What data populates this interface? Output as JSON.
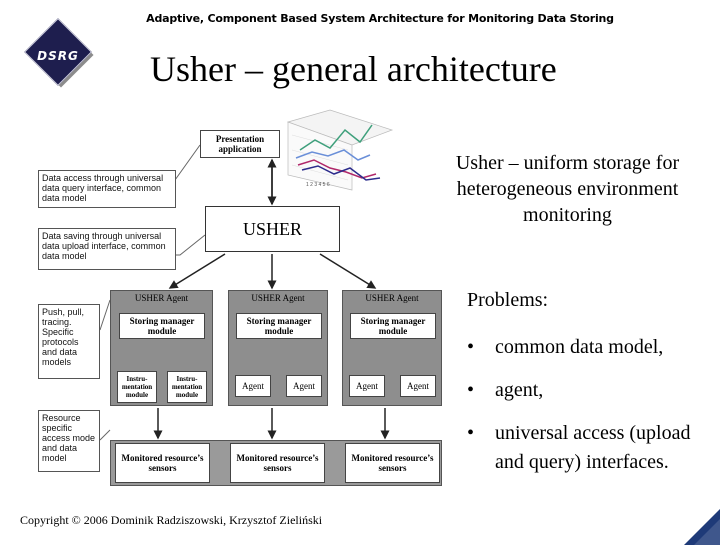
{
  "header": {
    "text": "Adaptive, Component Based System Architecture for Monitoring Data Storing"
  },
  "logo": {
    "text": "DSRG"
  },
  "slide": {
    "title": "Usher – general architecture"
  },
  "diagram": {
    "presentation": "Presentation application",
    "usher": "USHER",
    "callouts": [
      "Data access through universal data query interface, common data model",
      "Data saving through universal data upload interface, common data model",
      "Push, pull, tracing. Specific protocols and data models",
      "Resource specific access mode and data model"
    ],
    "panels": [
      {
        "label": "USHER Agent",
        "manager": "Storing manager module",
        "left": "Instru-mentation module",
        "right": "Instru-mentation module",
        "sensor": "Monitored resource’s sensors"
      },
      {
        "label": "USHER Agent",
        "manager": "Storing manager module",
        "left": "Agent",
        "right": "Agent",
        "sensor": "Monitored resource’s sensors"
      },
      {
        "label": "USHER Agent",
        "manager": "Storing manager module",
        "left": "Agent",
        "right": "Agent",
        "sensor": "Monitored resource’s sensors"
      }
    ]
  },
  "right": {
    "subtitle": "Usher – uniform storage for heterogeneous environment monitoring",
    "problems": "Problems:",
    "bullet_char": "•",
    "bullets": [
      "common data model,",
      "agent,",
      "universal access (upload and query) interfaces."
    ]
  },
  "footer": {
    "copyright": "Copyright © 2006 Dominik Radziszowski, Krzysztof Zieliński"
  },
  "colors": {
    "logo": "#1e1e4e",
    "panel": "#8e8e8e",
    "corner": "#1e3a78"
  }
}
